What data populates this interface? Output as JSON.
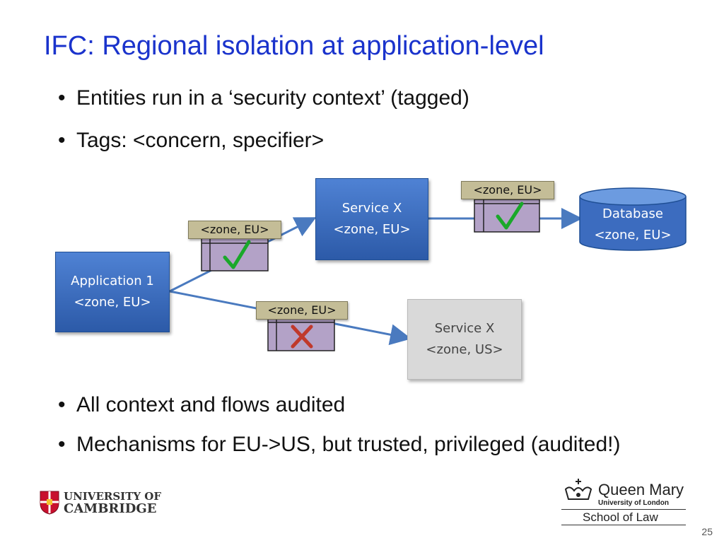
{
  "slide": {
    "title": "IFC: Regional isolation at application-level",
    "bullets": [
      "Entities run in a ‘security context’ (tagged)",
      "Tags: <concern, specifier>",
      "All context and flows audited",
      "Mechanisms for EU->US, but trusted, privileged (audited!)"
    ],
    "bullet_glyph": "•",
    "page_number": "25"
  },
  "diagram": {
    "application": {
      "line1": "Application 1",
      "line2": "<zone, EU>"
    },
    "service_eu": {
      "line1": "Service X",
      "line2": "<zone, EU>"
    },
    "service_us": {
      "line1": "Service X",
      "line2": "<zone, US>"
    },
    "database": {
      "line1": "Database",
      "line2": "<zone, EU>"
    },
    "tags": {
      "app_to_service": "<zone, EU>",
      "service_to_db": "<zone, EU>",
      "app_to_us": "<zone, EU>"
    },
    "colors": {
      "accent_blue": "#3a6cc0",
      "tag_fill": "#c4bd97",
      "gate_fill": "#b3a2c7",
      "check_green": "#1aa82a",
      "cross_red": "#c0392b",
      "arrow": "#4a7abf"
    },
    "icons": {
      "allowed": "check-icon",
      "denied": "cross-icon"
    }
  },
  "footer": {
    "cambridge": {
      "line1": "UNIVERSITY OF",
      "line2": "CAMBRIDGE"
    },
    "qmul": {
      "name": "Queen Mary",
      "sub": "University of London",
      "school": "School of Law"
    }
  }
}
